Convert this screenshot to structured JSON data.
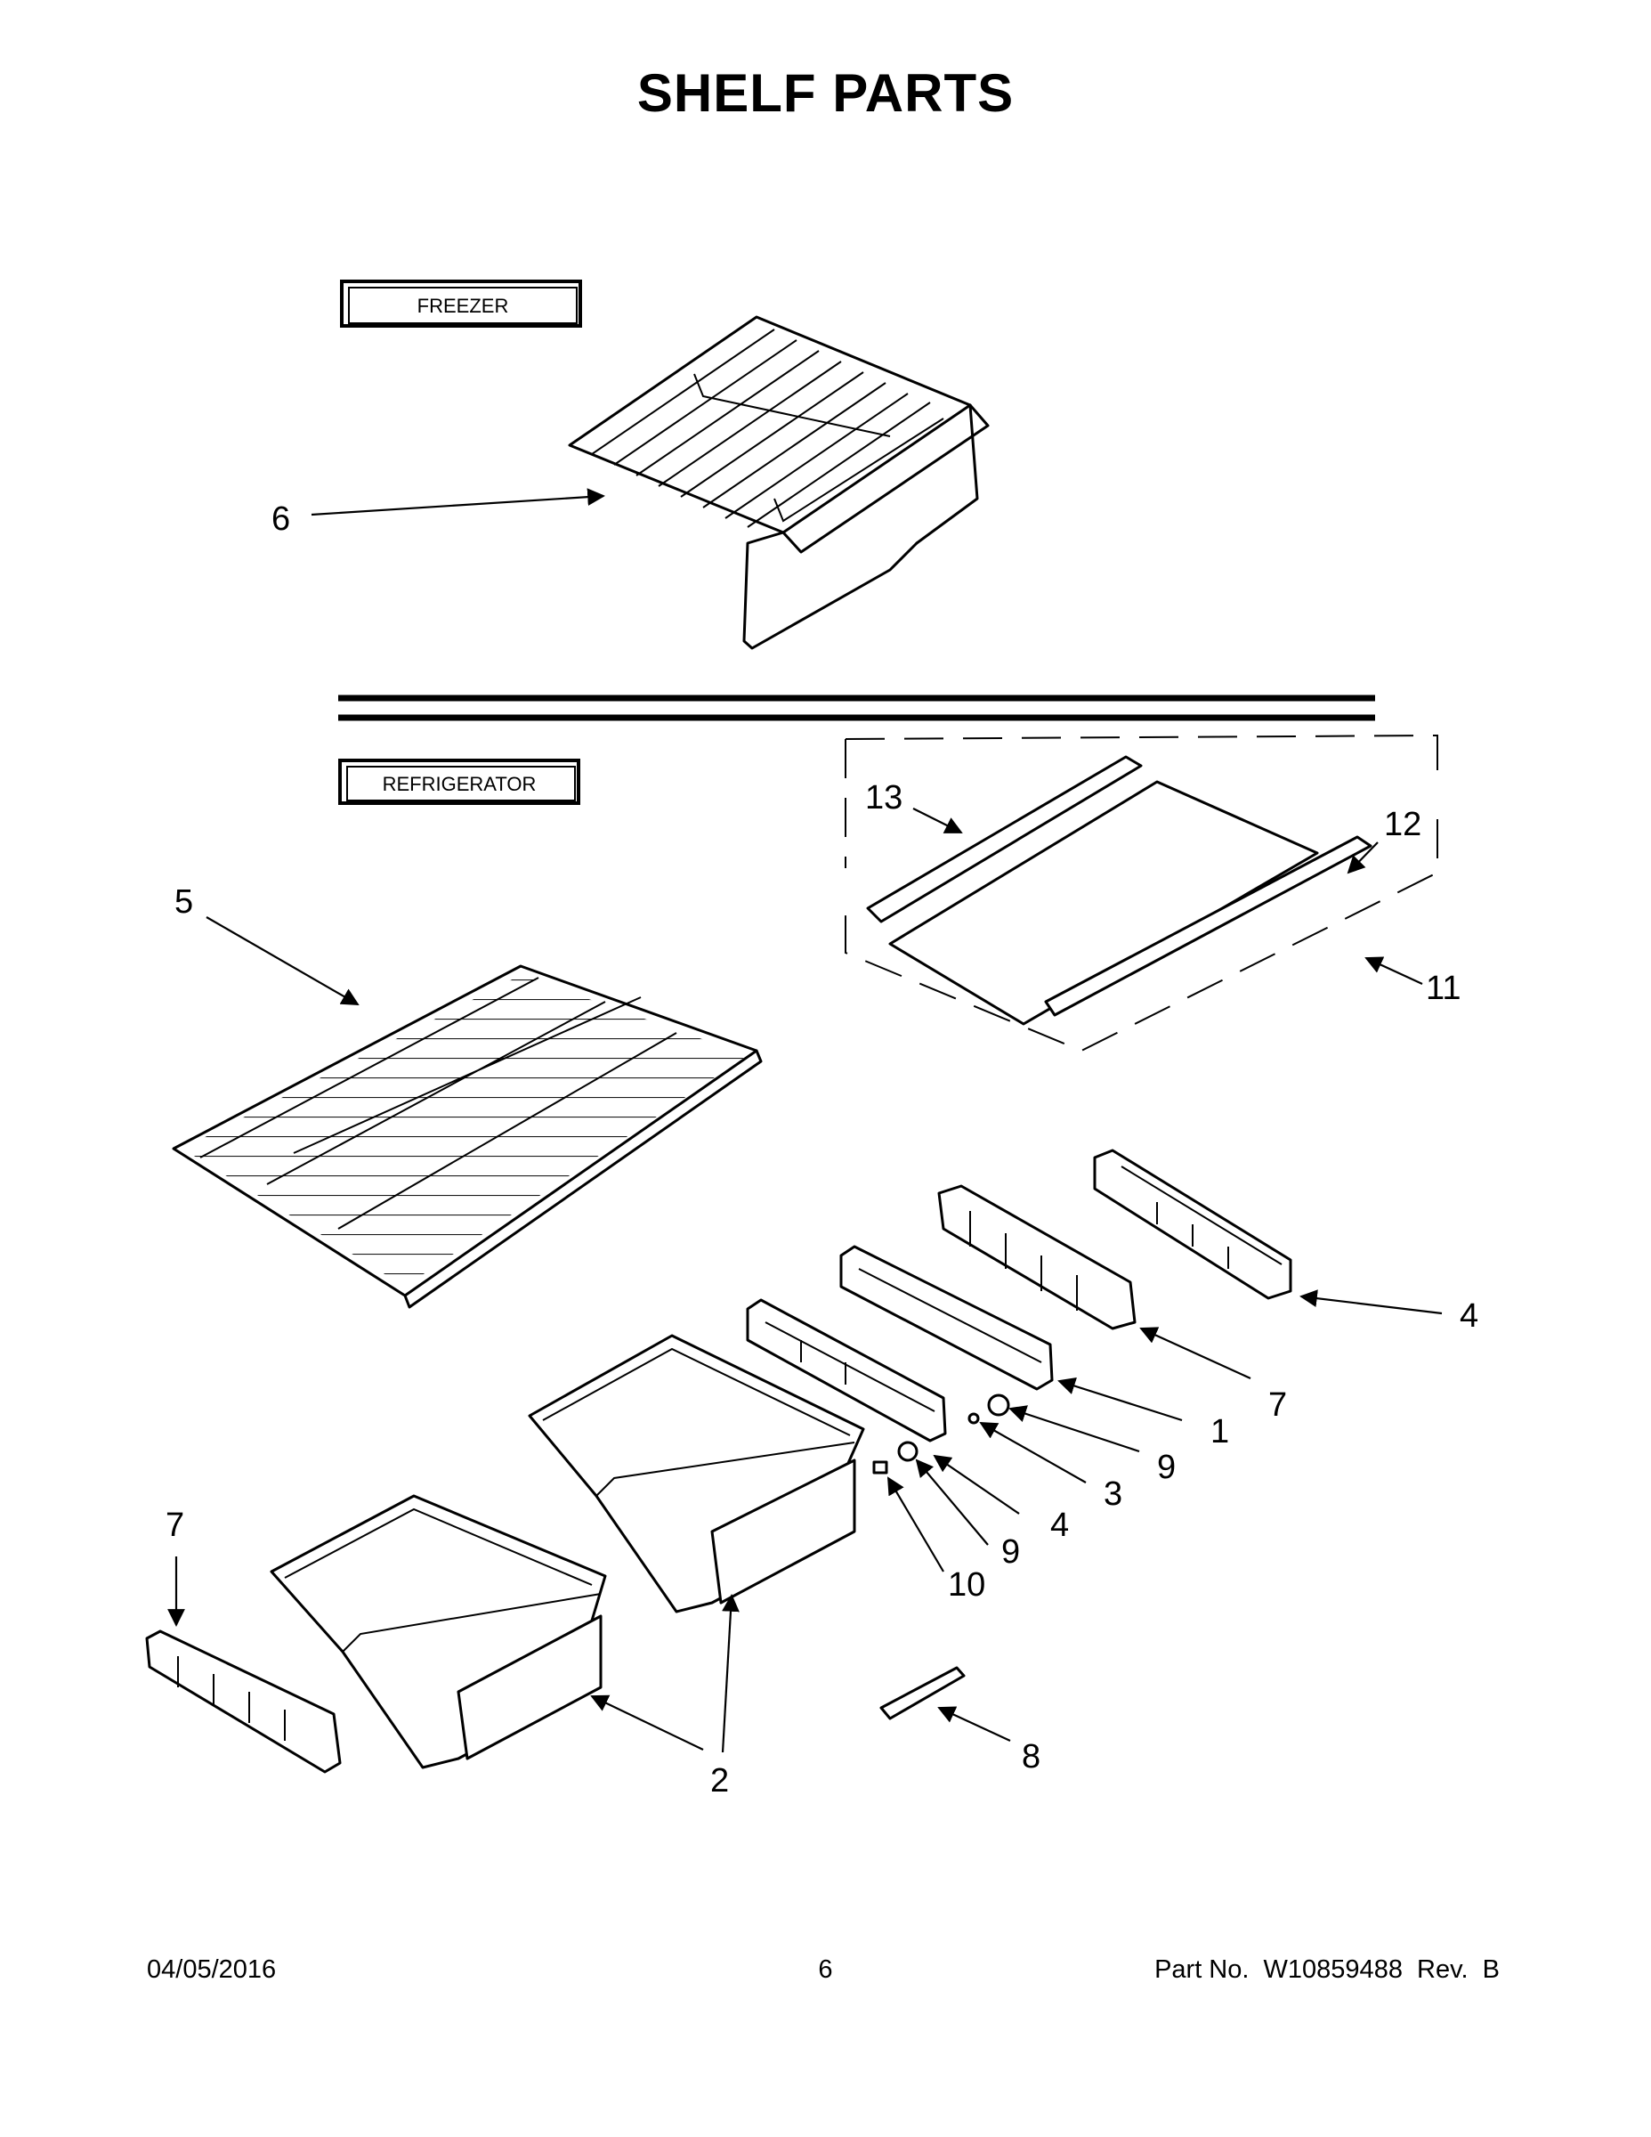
{
  "title": "SHELF PARTS",
  "sections": {
    "freezer": "FREEZER",
    "refrigerator": "REFRIGERATOR"
  },
  "callouts": [
    "6",
    "13",
    "12",
    "5",
    "11",
    "4",
    "7",
    "1",
    "9",
    "3",
    "4",
    "9",
    "10",
    "7",
    "2",
    "8"
  ],
  "footer": {
    "date": "04/05/2016",
    "page": "6",
    "part": "Part No.  W10859488  Rev.  B"
  }
}
